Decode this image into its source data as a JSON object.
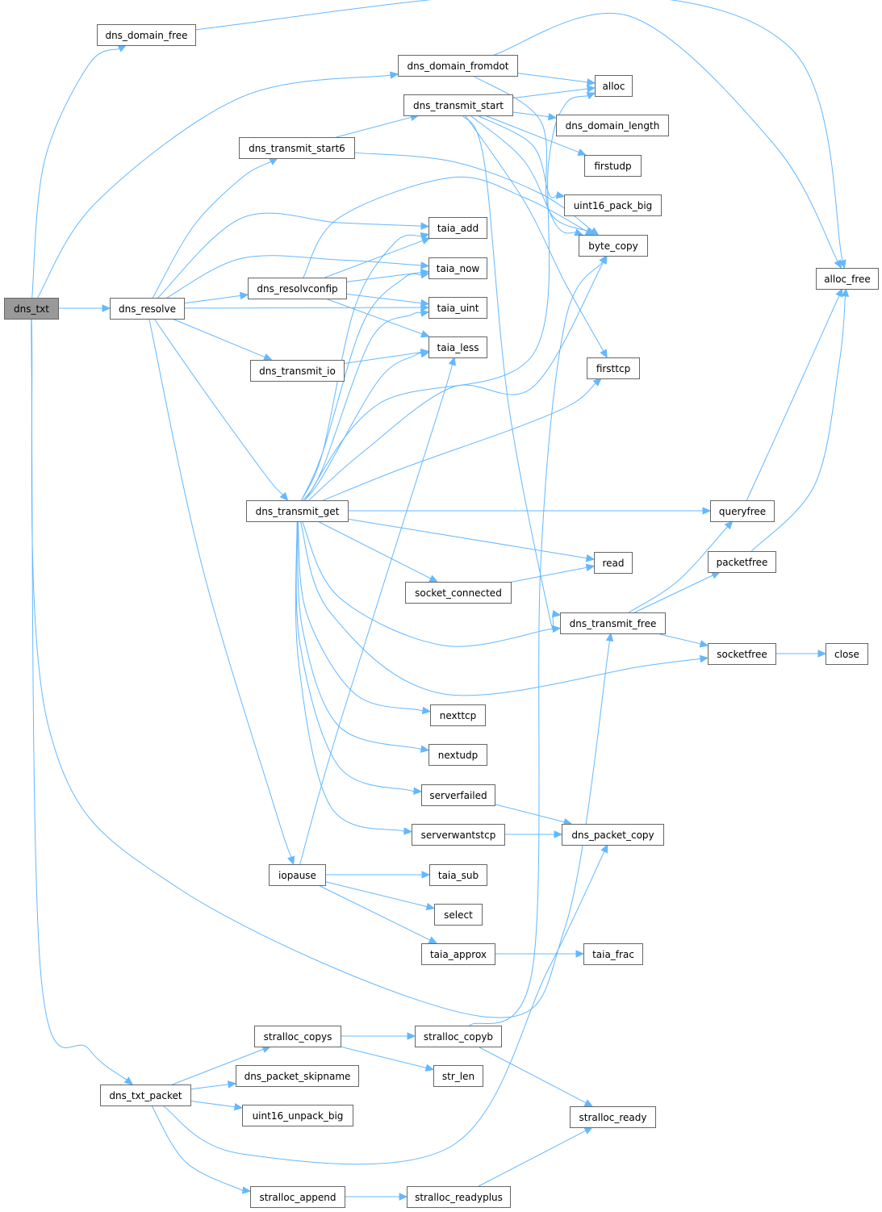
{
  "graph": {
    "root": "dns_txt",
    "nodes": [
      {
        "id": "dns_txt",
        "label": "dns_txt"
      },
      {
        "id": "dns_domain_free",
        "label": "dns_domain_free"
      },
      {
        "id": "dns_domain_fromdot",
        "label": "dns_domain_fromdot"
      },
      {
        "id": "dns_resolve",
        "label": "dns_resolve"
      },
      {
        "id": "dns_transmit_free",
        "label": "dns_transmit_free"
      },
      {
        "id": "dns_txt_packet",
        "label": "dns_txt_packet"
      },
      {
        "id": "alloc_free",
        "label": "alloc_free"
      },
      {
        "id": "alloc",
        "label": "alloc"
      },
      {
        "id": "byte_copy",
        "label": "byte_copy"
      },
      {
        "id": "dns_resolvconfip",
        "label": "dns_resolvconfip"
      },
      {
        "id": "dns_transmit_get",
        "label": "dns_transmit_get"
      },
      {
        "id": "dns_transmit_io",
        "label": "dns_transmit_io"
      },
      {
        "id": "dns_transmit_start6",
        "label": "dns_transmit_start6"
      },
      {
        "id": "iopause",
        "label": "iopause"
      },
      {
        "id": "taia_add",
        "label": "taia_add"
      },
      {
        "id": "taia_now",
        "label": "taia_now"
      },
      {
        "id": "taia_uint",
        "label": "taia_uint"
      },
      {
        "id": "taia_less",
        "label": "taia_less"
      },
      {
        "id": "dns_transmit_start",
        "label": "dns_transmit_start"
      },
      {
        "id": "dns_domain_length",
        "label": "dns_domain_length"
      },
      {
        "id": "firsttcp",
        "label": "firsttcp"
      },
      {
        "id": "firstudp",
        "label": "firstudp"
      },
      {
        "id": "uint16_pack_big",
        "label": "uint16_pack_big"
      },
      {
        "id": "queryfree",
        "label": "queryfree"
      },
      {
        "id": "read",
        "label": "read"
      },
      {
        "id": "socket_connected",
        "label": "socket_connected"
      },
      {
        "id": "socketfree",
        "label": "socketfree"
      },
      {
        "id": "nexttcp",
        "label": "nexttcp"
      },
      {
        "id": "nextudp",
        "label": "nextudp"
      },
      {
        "id": "serverfailed",
        "label": "serverfailed"
      },
      {
        "id": "serverwantstcp",
        "label": "serverwantstcp"
      },
      {
        "id": "packetfree",
        "label": "packetfree"
      },
      {
        "id": "close",
        "label": "close"
      },
      {
        "id": "dns_packet_copy",
        "label": "dns_packet_copy"
      },
      {
        "id": "taia_sub",
        "label": "taia_sub"
      },
      {
        "id": "select",
        "label": "select"
      },
      {
        "id": "taia_approx",
        "label": "taia_approx"
      },
      {
        "id": "taia_frac",
        "label": "taia_frac"
      },
      {
        "id": "stralloc_copys",
        "label": "stralloc_copys"
      },
      {
        "id": "stralloc_copyb",
        "label": "stralloc_copyb"
      },
      {
        "id": "str_len",
        "label": "str_len"
      },
      {
        "id": "dns_packet_skipname",
        "label": "dns_packet_skipname"
      },
      {
        "id": "uint16_unpack_big",
        "label": "uint16_unpack_big"
      },
      {
        "id": "stralloc_ready",
        "label": "stralloc_ready"
      },
      {
        "id": "stralloc_append",
        "label": "stralloc_append"
      },
      {
        "id": "stralloc_readyplus",
        "label": "stralloc_readyplus"
      }
    ],
    "edges": [
      [
        "dns_txt",
        "dns_domain_free"
      ],
      [
        "dns_txt",
        "dns_domain_fromdot"
      ],
      [
        "dns_txt",
        "dns_resolve"
      ],
      [
        "dns_txt",
        "dns_transmit_free"
      ],
      [
        "dns_txt",
        "dns_txt_packet"
      ],
      [
        "dns_domain_free",
        "alloc_free"
      ],
      [
        "dns_domain_fromdot",
        "alloc"
      ],
      [
        "dns_domain_fromdot",
        "alloc_free"
      ],
      [
        "dns_domain_fromdot",
        "byte_copy"
      ],
      [
        "dns_resolve",
        "dns_resolvconfip"
      ],
      [
        "dns_resolve",
        "dns_transmit_get"
      ],
      [
        "dns_resolve",
        "dns_transmit_io"
      ],
      [
        "dns_resolve",
        "dns_transmit_start6"
      ],
      [
        "dns_resolve",
        "iopause"
      ],
      [
        "dns_resolve",
        "taia_add"
      ],
      [
        "dns_resolve",
        "taia_now"
      ],
      [
        "dns_resolve",
        "taia_uint"
      ],
      [
        "dns_resolvconfip",
        "byte_copy"
      ],
      [
        "dns_resolvconfip",
        "taia_add"
      ],
      [
        "dns_resolvconfip",
        "taia_less"
      ],
      [
        "dns_resolvconfip",
        "taia_now"
      ],
      [
        "dns_resolvconfip",
        "taia_uint"
      ],
      [
        "dns_transmit_get",
        "byte_copy"
      ],
      [
        "dns_transmit_get",
        "dns_transmit_free"
      ],
      [
        "dns_transmit_get",
        "firsttcp"
      ],
      [
        "dns_transmit_get",
        "nexttcp"
      ],
      [
        "dns_transmit_get",
        "nextudp"
      ],
      [
        "dns_transmit_get",
        "queryfree"
      ],
      [
        "dns_transmit_get",
        "read"
      ],
      [
        "dns_transmit_get",
        "serverfailed"
      ],
      [
        "dns_transmit_get",
        "serverwantstcp"
      ],
      [
        "dns_transmit_get",
        "socket_connected"
      ],
      [
        "dns_transmit_get",
        "socketfree"
      ],
      [
        "dns_transmit_get",
        "taia_add"
      ],
      [
        "dns_transmit_get",
        "taia_less"
      ],
      [
        "dns_transmit_get",
        "taia_now"
      ],
      [
        "dns_transmit_get",
        "taia_uint"
      ],
      [
        "dns_transmit_get",
        "alloc"
      ],
      [
        "dns_transmit_free",
        "packetfree"
      ],
      [
        "dns_transmit_free",
        "queryfree"
      ],
      [
        "dns_transmit_free",
        "socketfree"
      ],
      [
        "packetfree",
        "alloc_free"
      ],
      [
        "queryfree",
        "alloc_free"
      ],
      [
        "socketfree",
        "close"
      ],
      [
        "socket_connected",
        "read"
      ],
      [
        "serverfailed",
        "dns_packet_copy"
      ],
      [
        "serverwantstcp",
        "dns_packet_copy"
      ],
      [
        "dns_transmit_io",
        "taia_less"
      ],
      [
        "dns_transmit_start6",
        "byte_copy"
      ],
      [
        "dns_transmit_start6",
        "dns_transmit_start"
      ],
      [
        "dns_transmit_start",
        "alloc"
      ],
      [
        "dns_transmit_start",
        "byte_copy"
      ],
      [
        "dns_transmit_start",
        "dns_domain_length"
      ],
      [
        "dns_transmit_start",
        "dns_transmit_free"
      ],
      [
        "dns_transmit_start",
        "firsttcp"
      ],
      [
        "dns_transmit_start",
        "firstudp"
      ],
      [
        "dns_transmit_start",
        "uint16_pack_big"
      ],
      [
        "iopause",
        "select"
      ],
      [
        "iopause",
        "taia_approx"
      ],
      [
        "iopause",
        "taia_less"
      ],
      [
        "iopause",
        "taia_sub"
      ],
      [
        "taia_approx",
        "taia_frac"
      ],
      [
        "dns_txt_packet",
        "dns_packet_copy"
      ],
      [
        "dns_txt_packet",
        "dns_packet_skipname"
      ],
      [
        "dns_txt_packet",
        "stralloc_append"
      ],
      [
        "dns_txt_packet",
        "stralloc_copys"
      ],
      [
        "dns_txt_packet",
        "uint16_unpack_big"
      ],
      [
        "stralloc_append",
        "stralloc_readyplus"
      ],
      [
        "stralloc_readyplus",
        "stralloc_ready"
      ],
      [
        "stralloc_copys",
        "stralloc_copyb"
      ],
      [
        "stralloc_copys",
        "str_len"
      ],
      [
        "stralloc_copyb",
        "byte_copy"
      ],
      [
        "stralloc_copyb",
        "stralloc_ready"
      ]
    ]
  },
  "colors": {
    "edge": "#63b8ff",
    "node_border": "#666666",
    "node_fill": "#ffffff",
    "root_fill": "#999999"
  }
}
